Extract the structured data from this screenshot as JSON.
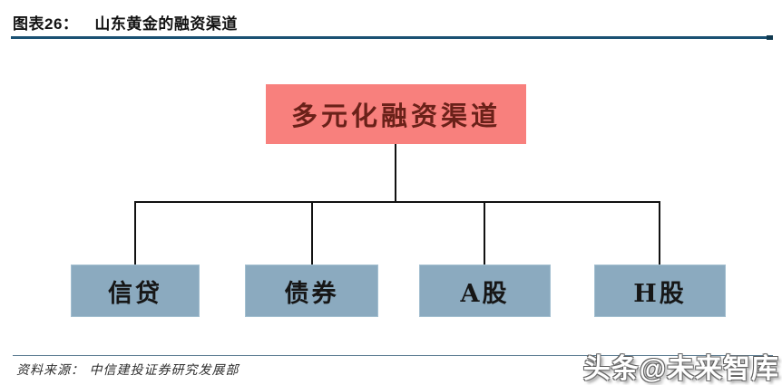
{
  "header": {
    "figure_label": "图表26：",
    "figure_title": "山东黄金的融资渠道"
  },
  "diagram": {
    "type": "org-chart",
    "root": {
      "label": "多元化融资渠道"
    },
    "children": [
      {
        "label": "信贷"
      },
      {
        "label": "债券"
      },
      {
        "label": "A股"
      },
      {
        "label": "H股"
      }
    ]
  },
  "footer": {
    "source_label": "资料来源：",
    "source_text": "中信建投证券研究发展部",
    "watermark": "头条@未来智库"
  },
  "colors": {
    "header_rule": "#1a5173",
    "header_rule_cap": "#10394f",
    "root_box_fill": "#f8807d",
    "root_box_text": "#6a2119",
    "child_box_fill": "#8baabf",
    "child_box_border": "#a3bfd0",
    "connector": "#111111",
    "footer_rule": "#57788f"
  }
}
